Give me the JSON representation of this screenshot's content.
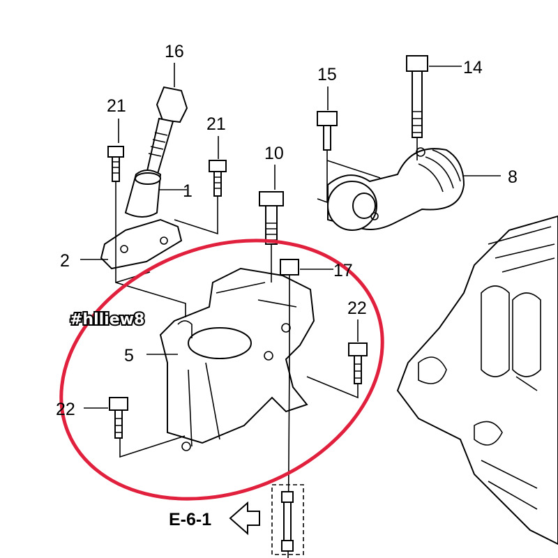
{
  "diagram": {
    "callouts": {
      "p16": "16",
      "p21a": "21",
      "p21b": "21",
      "p10": "10",
      "p1": "1",
      "p2": "2",
      "p5": "5",
      "p22a": "22",
      "p22b": "22",
      "p17": "17",
      "p15": "15",
      "p14": "14",
      "p8": "8"
    },
    "reference": "E-6-1",
    "watermark": "#hlliew8",
    "highlight_color": "#e0203c"
  }
}
